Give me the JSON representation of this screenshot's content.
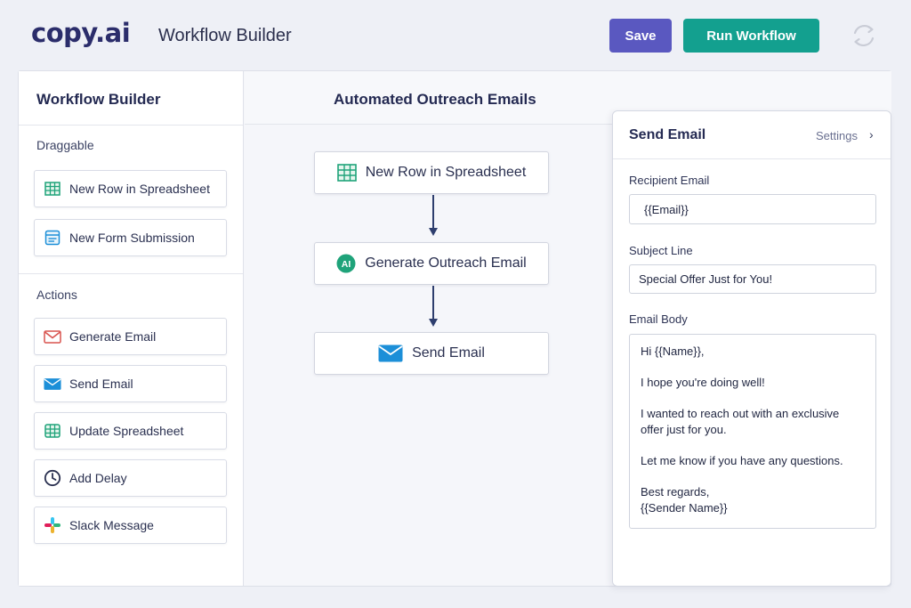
{
  "header": {
    "logo": "copy.ai",
    "title": "Workflow Builder",
    "save_label": "Save",
    "run_label": "Run Workflow",
    "refresh_icon": "refresh-icon"
  },
  "sidebar": {
    "title": "Workflow Builder",
    "draggable_label": "Draggable",
    "draggable_items": [
      {
        "label": "New Row in Spreadsheet",
        "icon": "spreadsheet-icon"
      },
      {
        "label": "New Form Submission",
        "icon": "form-icon"
      }
    ],
    "actions_label": "Actions",
    "action_items": [
      {
        "label": "Generate Email",
        "icon": "gmail-icon"
      },
      {
        "label": "Send Email",
        "icon": "envelope-icon"
      },
      {
        "label": "Update Spreadsheet",
        "icon": "spreadsheet-update-icon"
      },
      {
        "label": "Add Delay",
        "icon": "clock-icon"
      },
      {
        "label": "Slack Message",
        "icon": "slack-icon"
      }
    ]
  },
  "canvas": {
    "title": "Automated Outreach Emails",
    "nodes": [
      {
        "label": "New Row in Spreadsheet",
        "icon": "spreadsheet-icon"
      },
      {
        "label": "Generate Outreach Email",
        "icon": "ai-icon",
        "icon_text": "AI"
      },
      {
        "label": "Send Email",
        "icon": "envelope-icon"
      }
    ]
  },
  "panel": {
    "title": "Send Email",
    "settings_label": "Settings",
    "recipient_label": "Recipient Email",
    "recipient_value": "{{Email}}",
    "subject_label": "Subject Line",
    "subject_value": "Special Offer Just for You!",
    "body_label": "Email Body",
    "body_lines": {
      "greeting": "Hi {{Name}},",
      "line1": "I hope you're doing well!",
      "line2a": "I wanted to reach out with an exclusive",
      "line2b": "offer just for you.",
      "line3": "Let me know if you have any questions.",
      "signoff": "Best regards,",
      "signature": "{{Sender Name}}"
    }
  },
  "colors": {
    "save": "#5a58c0",
    "run": "#13a08f",
    "accent_green": "#1fa37a",
    "envelope_blue": "#1c8fd8",
    "connector": "#2e3e6e"
  }
}
